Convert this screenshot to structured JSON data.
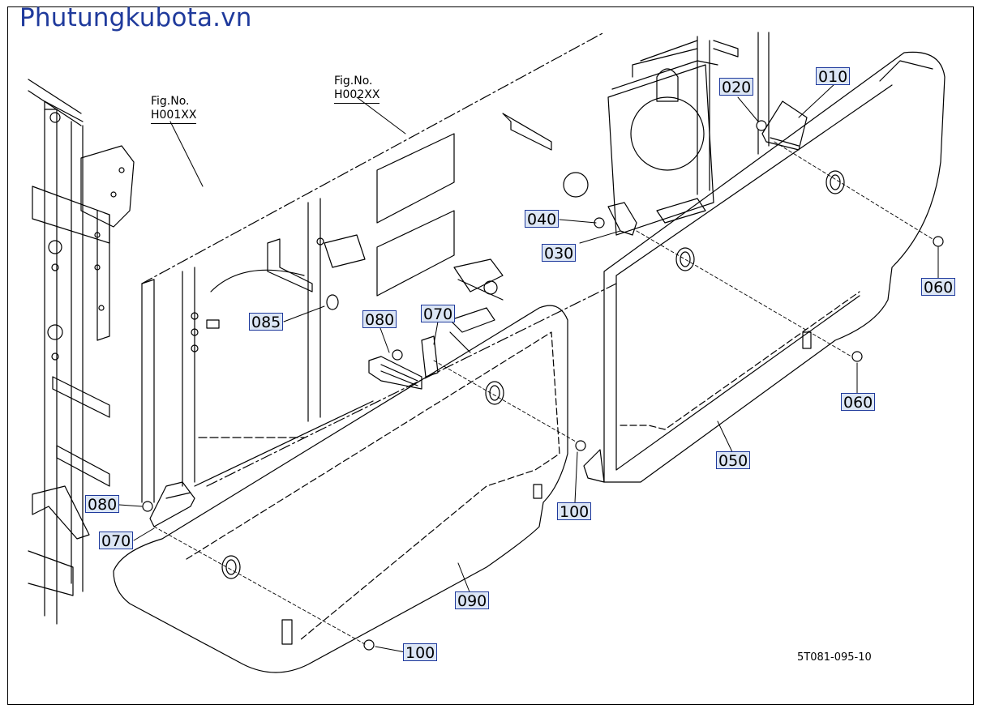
{
  "watermark": "Phutungkubota.vn",
  "drawing_number": "5T081-095-10",
  "figure_refs": [
    {
      "label": "Fig.No.",
      "code": "H001XX"
    },
    {
      "label": "Fig.No.",
      "code": "H002XX"
    }
  ],
  "callouts": {
    "p010": "010",
    "p020": "020",
    "p030": "030",
    "p040": "040",
    "p050": "050",
    "p060a": "060",
    "p060b": "060",
    "p070a": "070",
    "p070b": "070",
    "p080a": "080",
    "p080b": "080",
    "p085": "085",
    "p090": "090",
    "p100a": "100",
    "p100b": "100"
  },
  "colors": {
    "callout_fill": "#dce6f5",
    "callout_border": "#1f3a9c",
    "watermark": "#1f3a9c",
    "line": "#000000"
  }
}
